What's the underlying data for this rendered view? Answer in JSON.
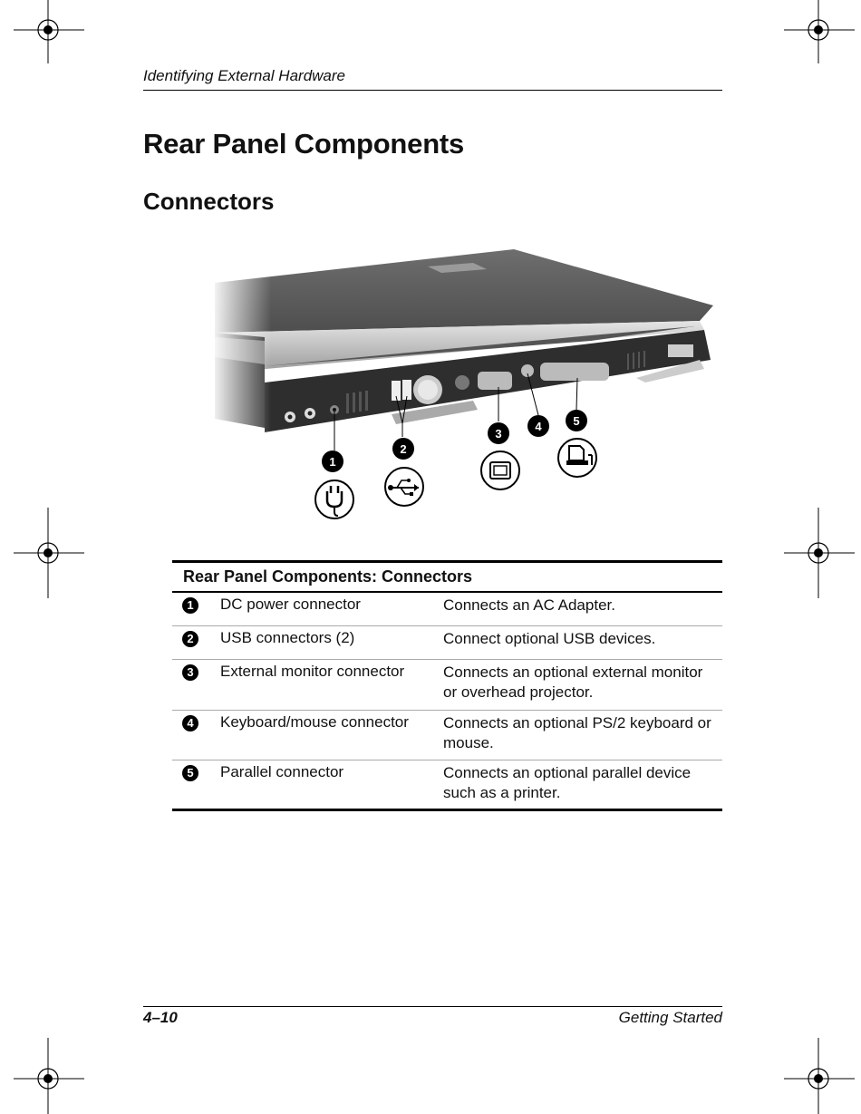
{
  "header": {
    "running_title": "Identifying External Hardware"
  },
  "title": "Rear Panel Components",
  "subtitle": "Connectors",
  "figure": {
    "callouts": [
      "1",
      "2",
      "3",
      "4",
      "5"
    ],
    "icons": [
      "dc-power-icon",
      "usb-icon",
      "monitor-icon",
      "parallel-printer-icon"
    ]
  },
  "table": {
    "title": "Rear Panel Components: Connectors",
    "rows": [
      {
        "num": "1",
        "component": "DC power connector",
        "description": "Connects an AC Adapter."
      },
      {
        "num": "2",
        "component": "USB connectors (2)",
        "description": "Connect optional USB devices."
      },
      {
        "num": "3",
        "component": "External monitor connector",
        "description": "Connects an optional external monitor or overhead projector."
      },
      {
        "num": "4",
        "component": "Keyboard/mouse connector",
        "description": "Connects an optional PS/2 keyboard or mouse."
      },
      {
        "num": "5",
        "component": "Parallel connector",
        "description": "Connects an optional parallel device such as a printer."
      }
    ]
  },
  "footer": {
    "page_number": "4–10",
    "book_title": "Getting Started"
  }
}
